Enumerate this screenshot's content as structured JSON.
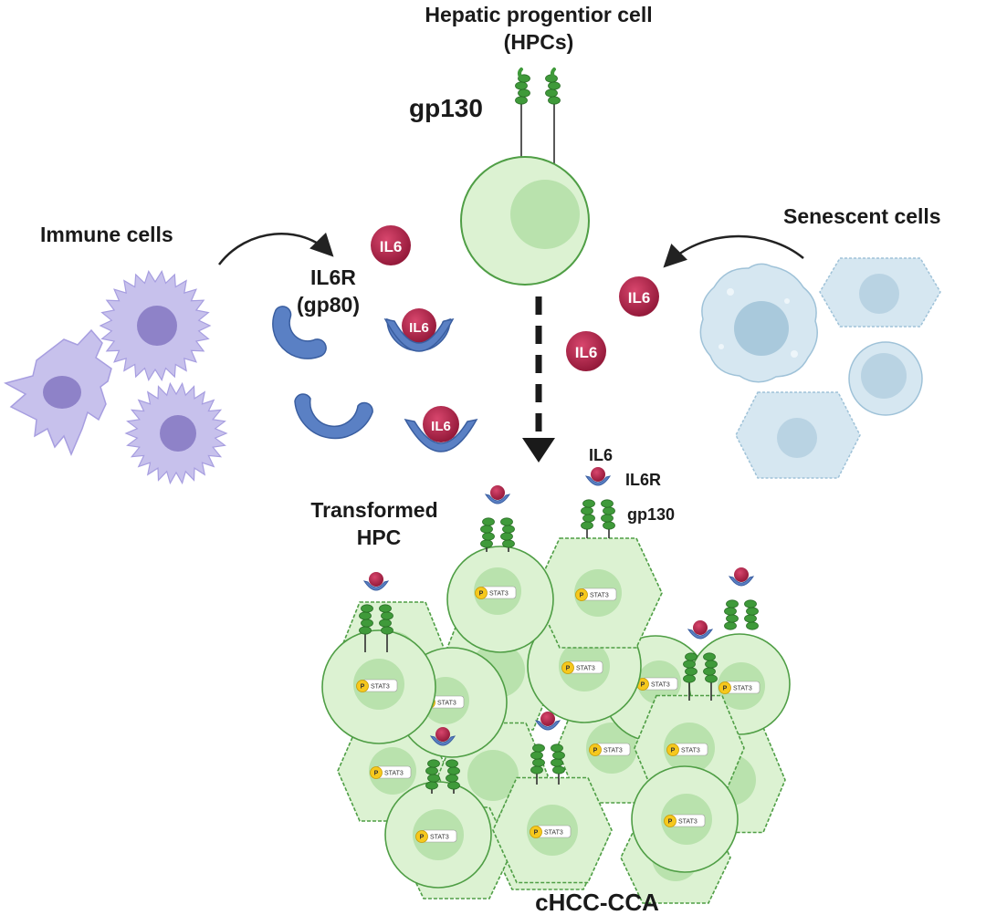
{
  "labels": {
    "hpc_title_line1": "Hepatic progentior cell",
    "hpc_title_line2": "(HPCs)",
    "gp130_top": "gp130",
    "immune_cells": "Immune cells",
    "senescent_cells": "Senescent cells",
    "il6r_line1": "IL6R",
    "il6r_line2": "(gp80)",
    "il6": "IL6",
    "transformed_line1": "Transformed",
    "transformed_line2": "HPC",
    "legend_il6": "IL6",
    "legend_il6r": "IL6R",
    "legend_gp130": "gp130",
    "stat3": "STAT3",
    "phospho": "P",
    "tumor": "cHCC-CCA"
  },
  "colors": {
    "cell_fill": "#dcf2d2",
    "cell_stroke": "#4f9e45",
    "nucleus": "#b9e2ad",
    "receptor": "#3f9a3a",
    "il6": "#b5214a",
    "il6r": "#5a80c4",
    "immune": "#c7c1ec",
    "immune_nucleus": "#8e82c8",
    "senescent": "#d6e7f1",
    "senescent_stroke": "#9fc2d8",
    "phospho": "#f6c81d"
  }
}
